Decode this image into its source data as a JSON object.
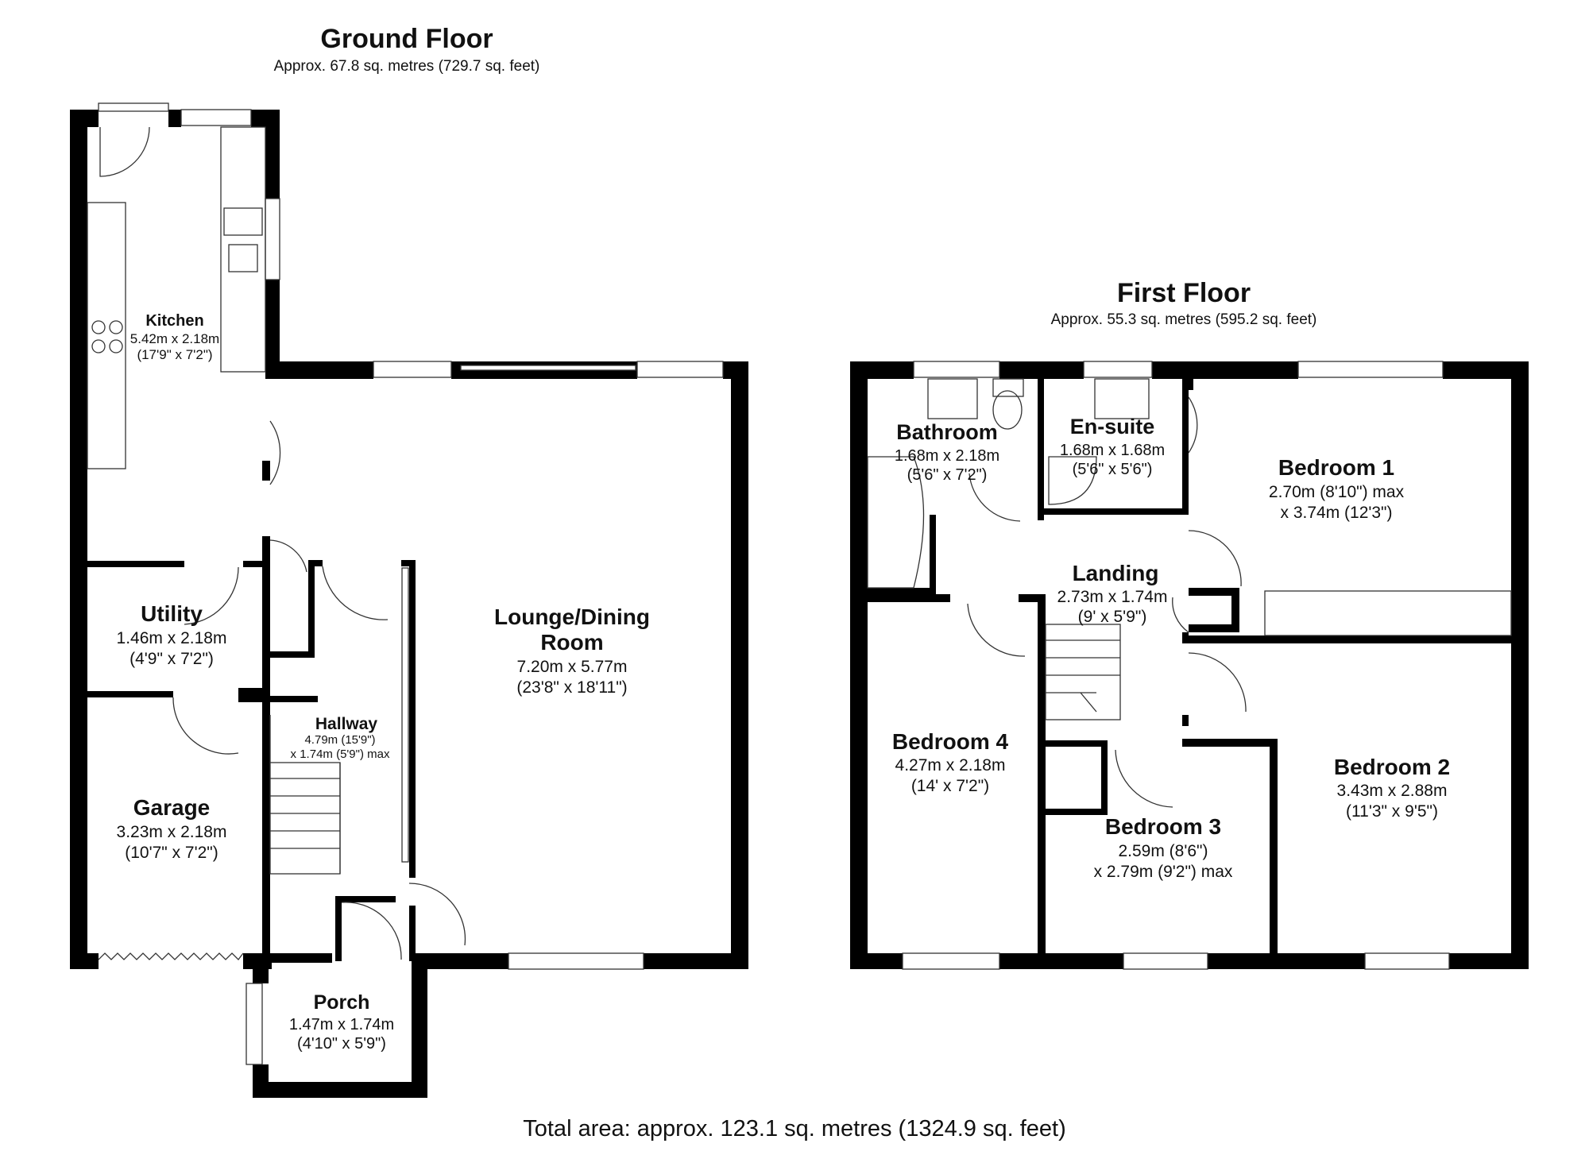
{
  "ground_floor": {
    "title": "Ground Floor",
    "area": "Approx. 67.8 sq. metres (729.7 sq. feet)",
    "rooms": {
      "kitchen": {
        "name": "Kitchen",
        "dim_metric": "5.42m x 2.18m",
        "dim_imperial": "(17'9\" x 7'2\")"
      },
      "utility": {
        "name": "Utility",
        "dim_metric": "1.46m x 2.18m",
        "dim_imperial": "(4'9\" x 7'2\")"
      },
      "garage": {
        "name": "Garage",
        "dim_metric": "3.23m x 2.18m",
        "dim_imperial": "(10'7\" x 7'2\")"
      },
      "hallway": {
        "name": "Hallway",
        "dim_metric": "4.79m (15'9\")",
        "dim_imperial": "x 1.74m (5'9\") max"
      },
      "lounge": {
        "name_line1": "Lounge/Dining",
        "name_line2": "Room",
        "dim_metric": "7.20m x 5.77m",
        "dim_imperial": "(23'8\" x 18'11\")"
      },
      "porch": {
        "name": "Porch",
        "dim_metric": "1.47m x 1.74m",
        "dim_imperial": "(4'10\" x 5'9\")"
      }
    }
  },
  "first_floor": {
    "title": "First Floor",
    "area": "Approx. 55.3 sq. metres (595.2 sq. feet)",
    "rooms": {
      "bathroom": {
        "name": "Bathroom",
        "dim_metric": "1.68m x 2.18m",
        "dim_imperial": "(5'6\" x 7'2\")"
      },
      "ensuite": {
        "name": "En-suite",
        "dim_metric": "1.68m x 1.68m",
        "dim_imperial": "(5'6\" x 5'6\")"
      },
      "bedroom1": {
        "name": "Bedroom 1",
        "dim_metric": "2.70m (8'10\") max",
        "dim_imperial": "x 3.74m (12'3\")"
      },
      "landing": {
        "name": "Landing",
        "dim_metric": "2.73m x 1.74m",
        "dim_imperial": "(9' x 5'9\")"
      },
      "bedroom4": {
        "name": "Bedroom 4",
        "dim_metric": "4.27m x 2.18m",
        "dim_imperial": "(14' x 7'2\")"
      },
      "bedroom3": {
        "name": "Bedroom 3",
        "dim_metric": "2.59m (8'6\")",
        "dim_imperial": "x 2.79m (9'2\") max"
      },
      "bedroom2": {
        "name": "Bedroom 2",
        "dim_metric": "3.43m x 2.88m",
        "dim_imperial": "(11'3\" x 9'5\")"
      }
    }
  },
  "total_area": "Total area: approx. 123.1 sq. metres (1324.9 sq. feet)"
}
